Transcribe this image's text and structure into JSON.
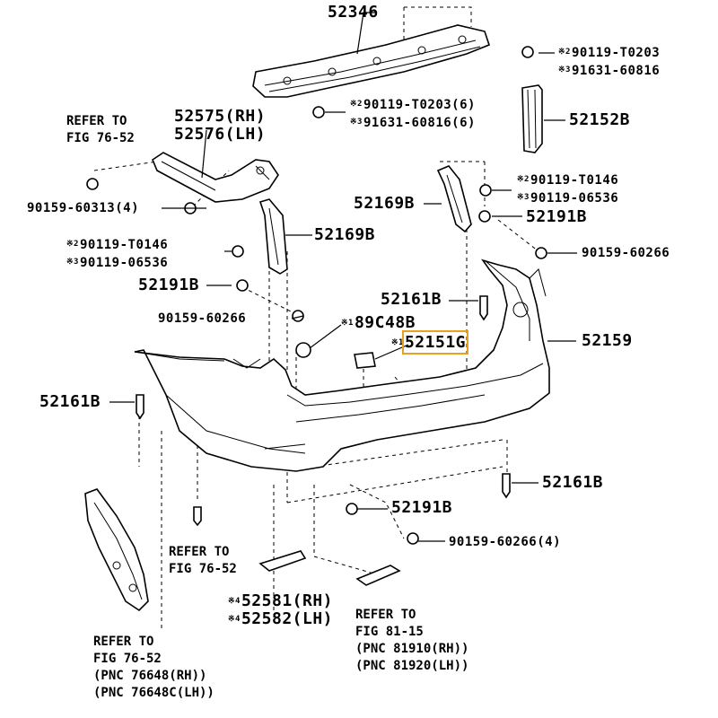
{
  "parts": {
    "p52346": "52346",
    "p52152B": "52152B",
    "p52159": "52159",
    "p52151G": "52151G",
    "p52169B_right": "52169B",
    "p52169B_left": "52169B",
    "p52191B_right": "52191B",
    "p52191B_left": "52191B",
    "p52191B_bottom": "52191B",
    "p52161B_left": "52161B",
    "p52161B_center": "52161B",
    "p52161B_bottom": "52161B",
    "p89C48B": "89C48B",
    "p52575": "52575(RH)",
    "p52576": "52576(LH)",
    "p52581": "52581(RH)",
    "p52582": "52582(LH)"
  },
  "fasteners": {
    "top_right_a": "90119-T0203",
    "top_right_b": "91631-60816",
    "top_center_a": "90119-T0203(6)",
    "top_center_b": "91631-60816(6)",
    "right_a": "90119-T0146",
    "right_b": "90119-06536",
    "left_a": "90119-T0146",
    "left_b": "90119-06536",
    "bolt_left": "90159-60313(4)",
    "nut_right": "90159-60266",
    "nut_left": "90159-60266",
    "nut_bottom": "90159-60266(4)"
  },
  "marks": {
    "m1": "※1",
    "m2": "※2",
    "m3": "※3",
    "m4": "※4"
  },
  "references": {
    "refer_top_left": "REFER TO\nFIG 76-52",
    "refer_mid": "REFER TO\nFIG 76-52",
    "refer_bottom_left": "REFER TO\nFIG 76-52\n(PNC 76648(RH))\n(PNC 76648C(LH))",
    "refer_bottom_right": "REFER TO\nFIG 81-15\n(PNC 81910(RH))\n(PNC 81920(LH))"
  },
  "highlight_color": "#e8a020"
}
